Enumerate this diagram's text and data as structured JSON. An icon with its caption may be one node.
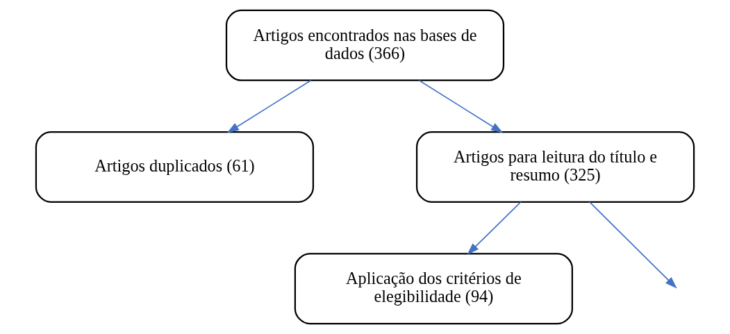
{
  "diagram": {
    "nodes": [
      {
        "text": [
          "Artigos encontrados nas bases de dados (366)"
        ]
      },
      {
        "text": [
          "Artigos duplicados (61)"
        ]
      },
      {
        "text": [
          "Artigos para leitura do título e resumo (325)"
        ]
      },
      {
        "text": [
          "Aplicação dos critérios de elegibilidade (94)"
        ]
      }
    ],
    "edges": [
      {
        "from": 0,
        "to": 2,
        "arrow": "to"
      },
      {
        "from": 0,
        "to": 1,
        "arrow": "to"
      },
      {
        "from": 2,
        "to": 3,
        "arrow": "to"
      },
      {
        "from": 2,
        "to": null,
        "arrow": "to"
      }
    ]
  }
}
